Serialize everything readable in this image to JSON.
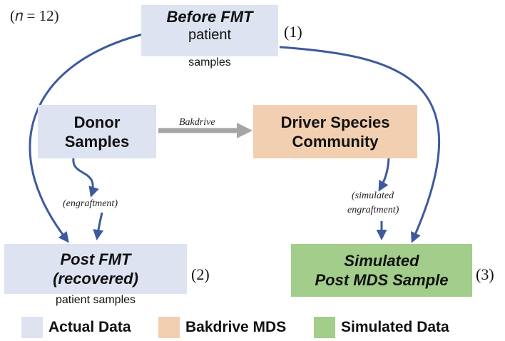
{
  "colors": {
    "actual": "#dde3f1",
    "mds": "#f2cfb0",
    "simulated": "#a3cd8a",
    "arrow": "#3d5a9e",
    "bakdrive_arrow": "#a6a6a6"
  },
  "sample_size": "(𝑛 = 12)",
  "nodes": {
    "before_fmt": {
      "title": "Before FMT",
      "line2": "patient",
      "line3": "samples",
      "number": "(1)"
    },
    "donor": {
      "line1": "Donor",
      "line2": "Samples"
    },
    "driver": {
      "line1": "Driver Species",
      "line2": "Community"
    },
    "post_fmt": {
      "line1": "Post FMT",
      "line2": "(recovered)",
      "line3": "patient samples",
      "number": "(2)"
    },
    "simulated": {
      "line1": "Simulated",
      "line2": "Post MDS Sample",
      "number": "(3)"
    }
  },
  "edge_labels": {
    "bakdrive": "Bakdrive",
    "engraftment": "(engraftment)",
    "simulated_engraftment_1": "(simulated",
    "simulated_engraftment_2": "engraftment)"
  },
  "legend": [
    {
      "label": "Actual Data",
      "color": "#dde3f1"
    },
    {
      "label": "Bakdrive MDS",
      "color": "#f2cfb0"
    },
    {
      "label": "Simulated Data",
      "color": "#a3cd8a"
    }
  ]
}
